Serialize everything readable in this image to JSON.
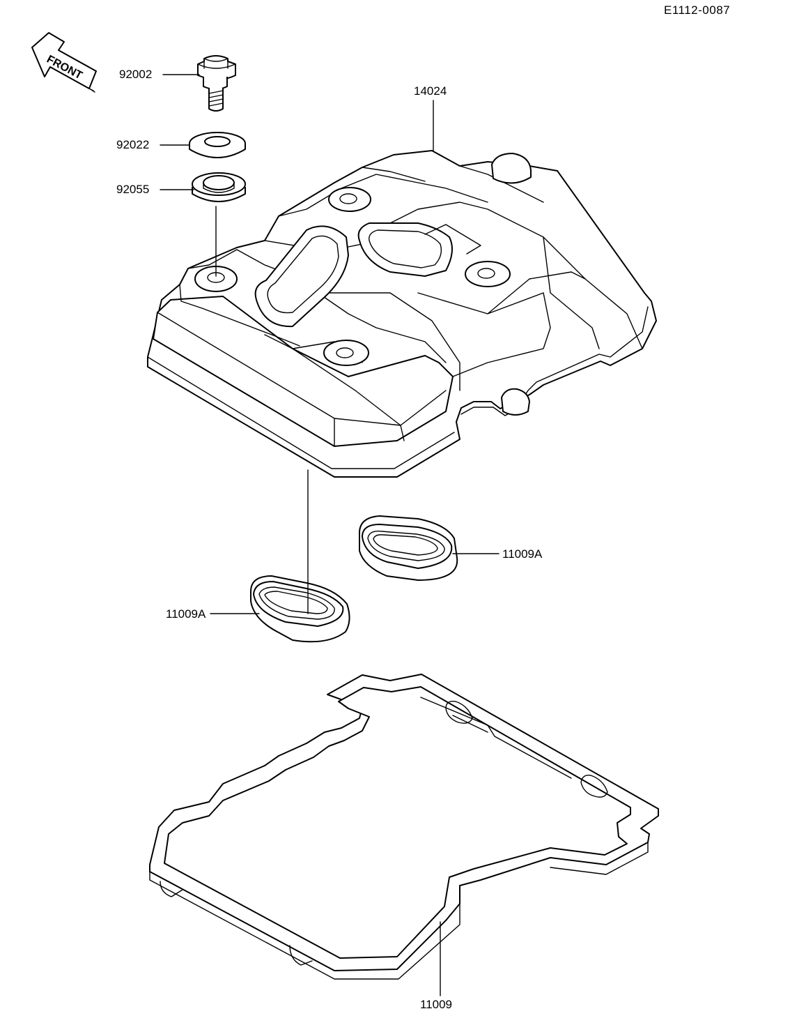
{
  "diagram": {
    "reference_code": "E1112-0087",
    "front_arrow_label": "FRONT",
    "parts": [
      {
        "number": "92002",
        "name": "bolt-icon"
      },
      {
        "number": "92022",
        "name": "washer-icon"
      },
      {
        "number": "92055",
        "name": "grommet-icon"
      },
      {
        "number": "14024",
        "name": "cylinder-head-cover-icon"
      },
      {
        "number": "11009A",
        "name": "plug-hole-gasket-icon"
      },
      {
        "number": "11009A",
        "name": "plug-hole-gasket-icon"
      },
      {
        "number": "11009",
        "name": "head-cover-gasket-icon"
      }
    ]
  }
}
